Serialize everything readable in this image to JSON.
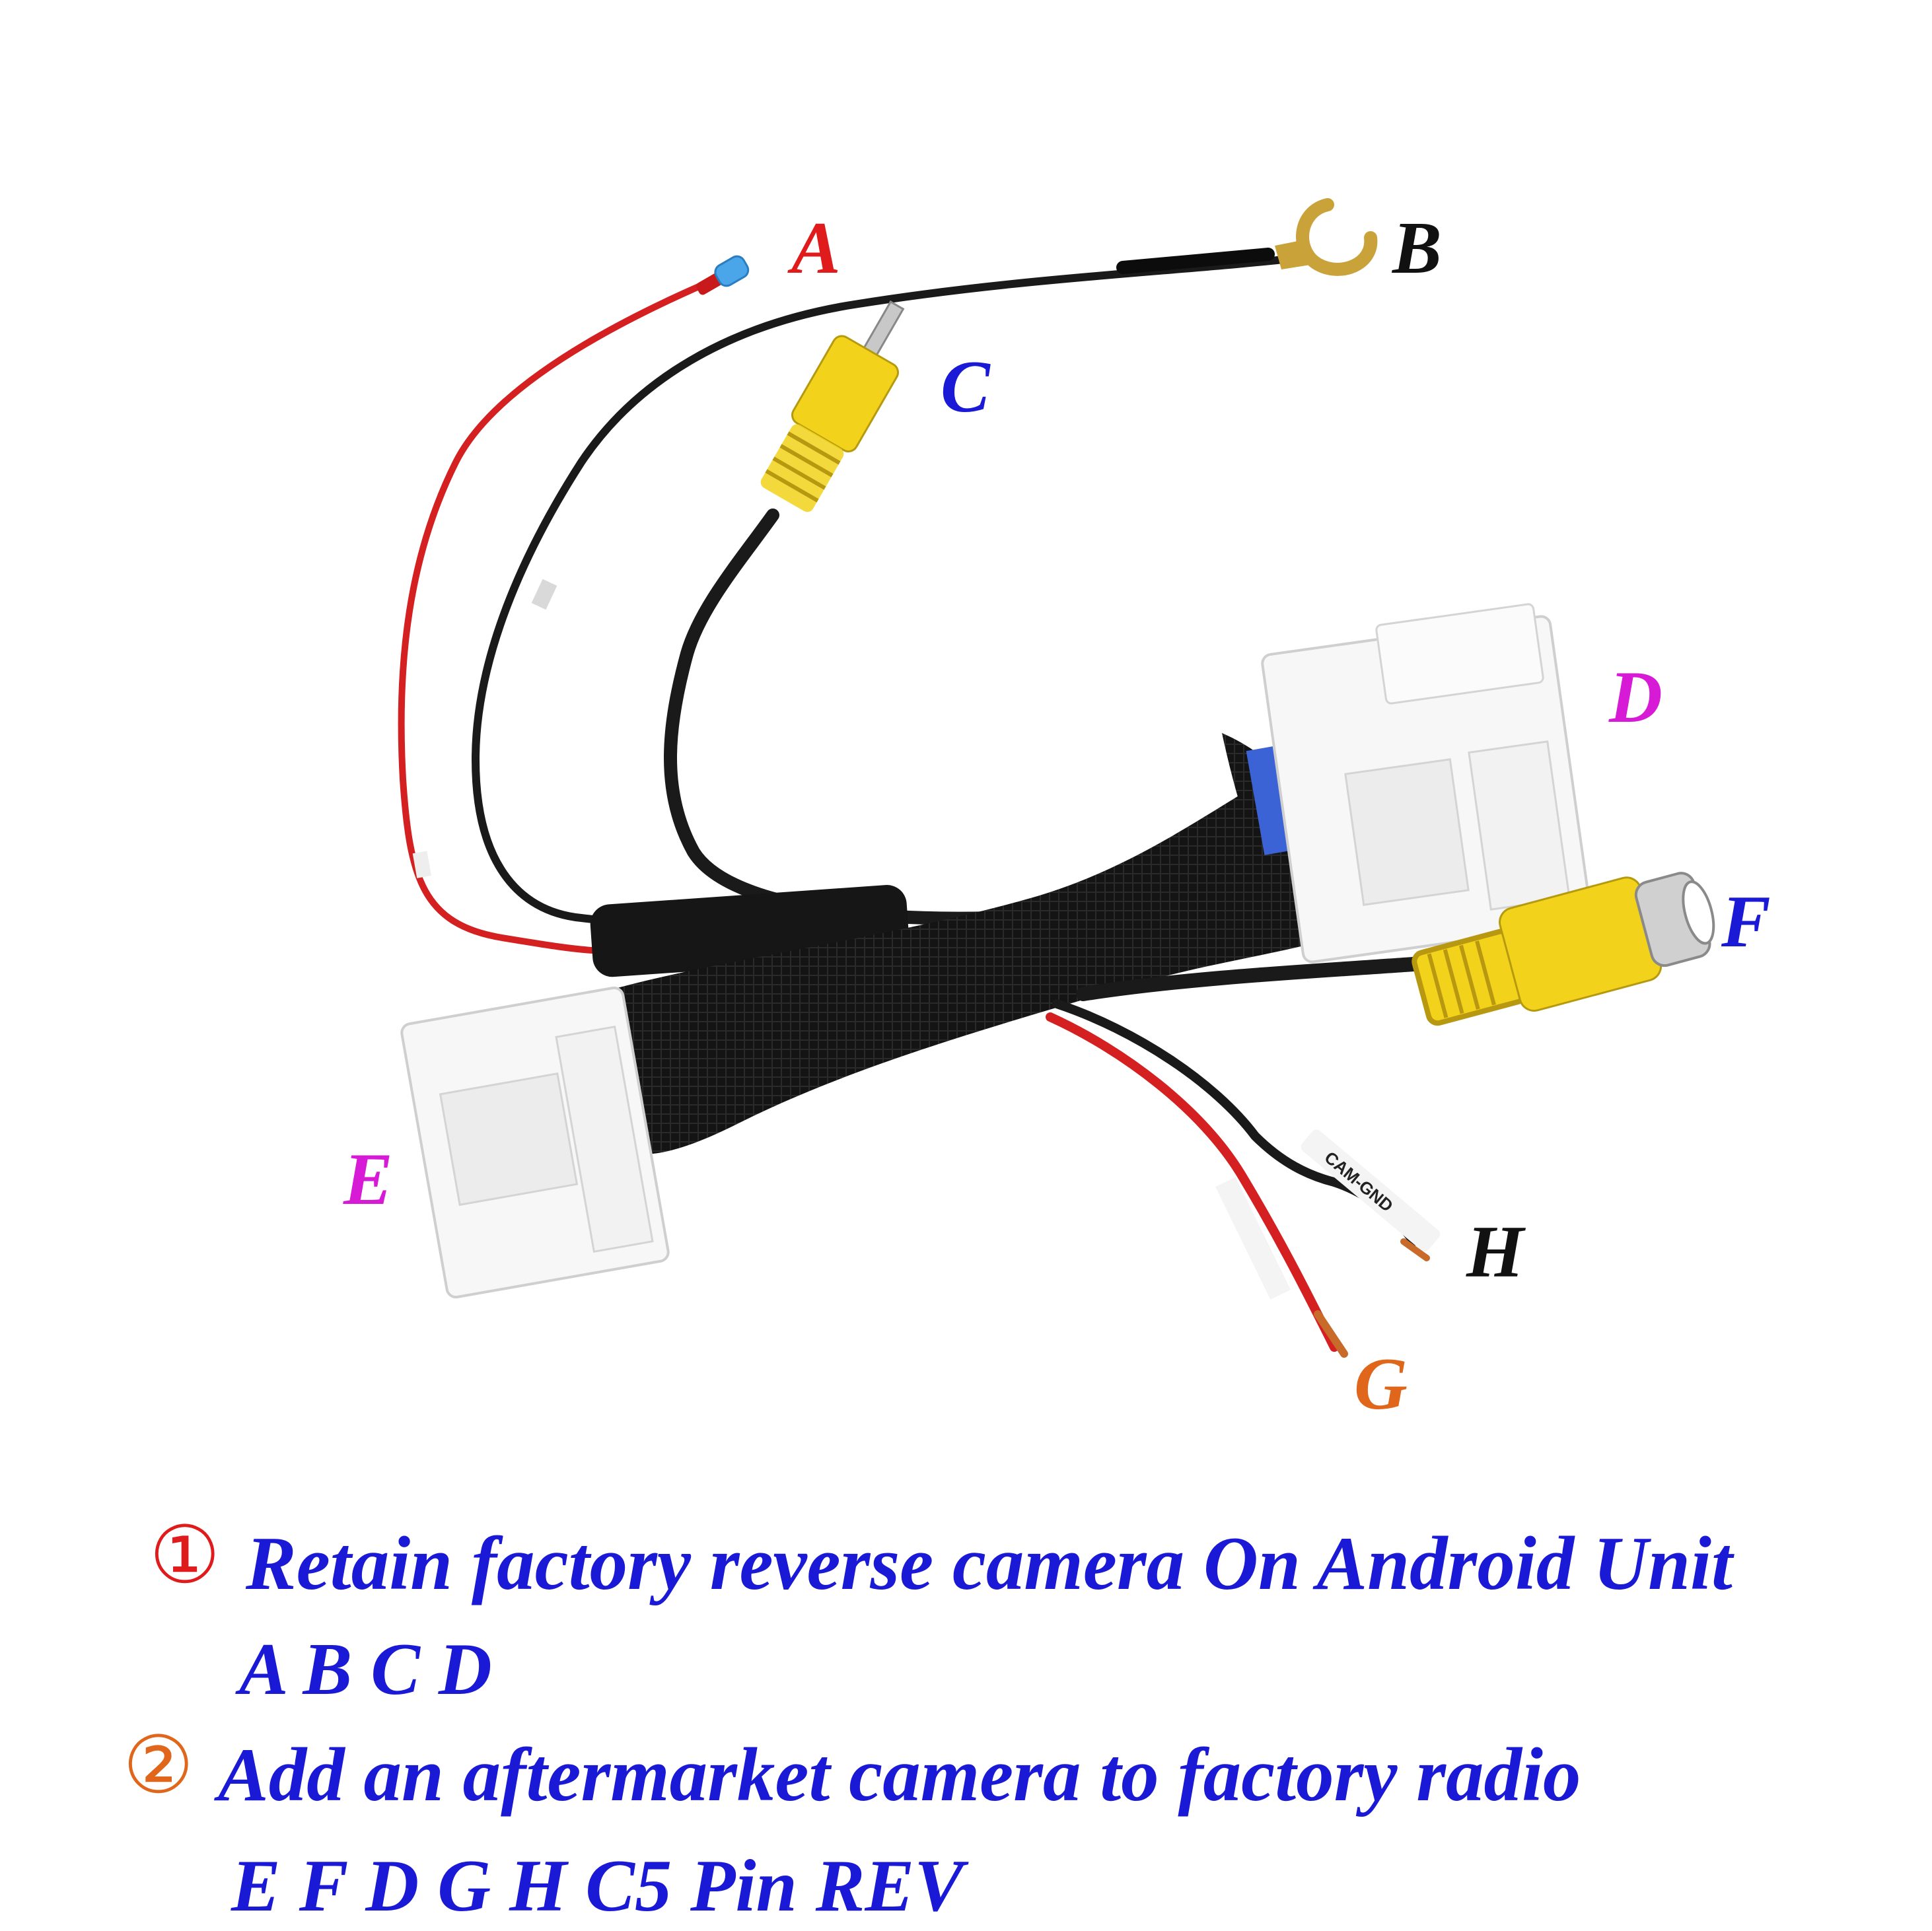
{
  "labels": {
    "A": {
      "text": "A",
      "color": "#e01b1b"
    },
    "B": {
      "text": "B",
      "color": "#111111"
    },
    "C": {
      "text": "C",
      "color": "#1a1ad6"
    },
    "D": {
      "text": "D",
      "color": "#d61ad6"
    },
    "E": {
      "text": "E",
      "color": "#d61ad6"
    },
    "F": {
      "text": "F",
      "color": "#1a1ad6"
    },
    "G": {
      "text": "G",
      "color": "#e0661b"
    },
    "H": {
      "text": "H",
      "color": "#111111"
    }
  },
  "wire_tag": "CAM-GND",
  "instructions": [
    {
      "number": "①",
      "number_color": "#e01b1b",
      "text": "Retain  factory reverse  camera On Android Unit",
      "sub": "A B C D"
    },
    {
      "number": "②",
      "number_color": "#e0661b",
      "text": "Add an aftermarket camera to factory radio",
      "sub": "E F D G H C5 Pin REV"
    }
  ],
  "colors": {
    "instruction_text": "#1a1ad6",
    "wire_red": "#d42020",
    "wire_black": "#1a1a1a",
    "rca_yellow": "#f2d21a",
    "connector_white": "#f7f7f7",
    "pins_blue": "#3c63d6",
    "tape_black": "#141414",
    "terminal_blue": "#4aa6e8",
    "terminal_gold": "#c9a23a"
  }
}
